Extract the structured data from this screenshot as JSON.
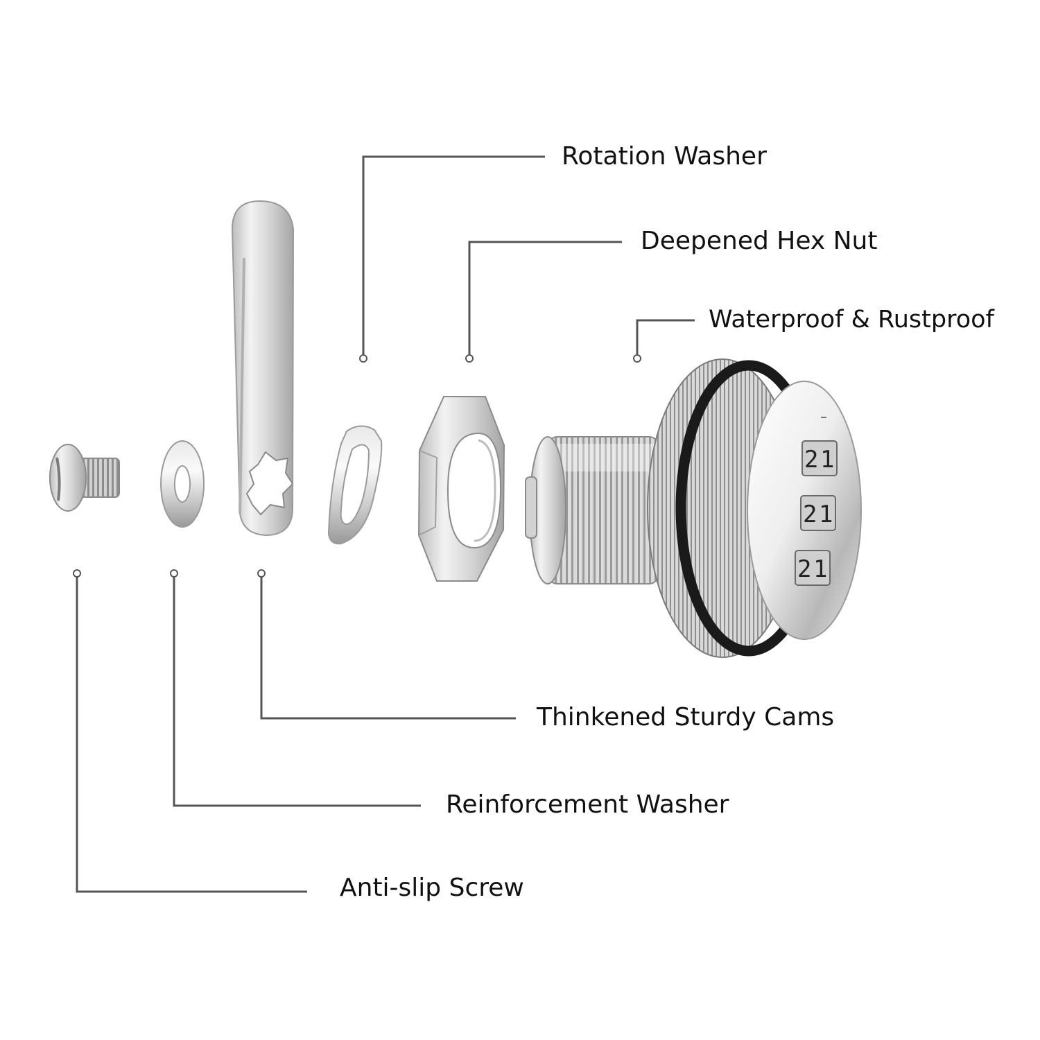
{
  "labels": {
    "rotation_washer": "Rotation Washer",
    "hex_nut": "Deepened Hex Nut",
    "waterproof": "Waterproof & Rustproof",
    "cams": "Thinkened Sturdy Cams",
    "reinforcement_washer": "Reinforcement Washer",
    "screw": "Anti-slip Screw"
  },
  "lock_dials": [
    {
      "left": "2",
      "right": "1"
    },
    {
      "left": "2",
      "right": "1"
    },
    {
      "left": "2",
      "right": "1"
    }
  ],
  "colors": {
    "leader_line": "#555555",
    "label_text": "#111111",
    "metal_light": "#f2f2f2",
    "metal_mid": "#c8c8c8",
    "metal_dark": "#8a8a8a",
    "o_ring": "#1a1a1a",
    "background": "#ffffff"
  }
}
